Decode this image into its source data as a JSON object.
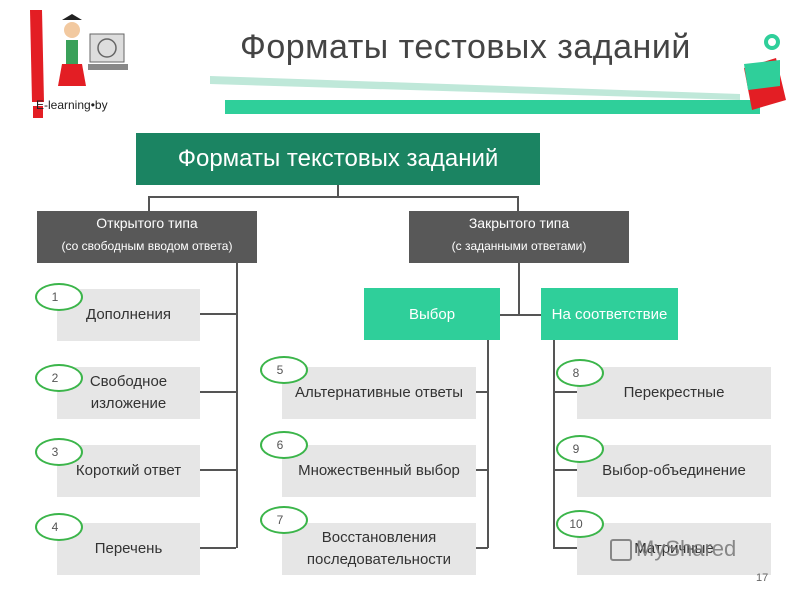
{
  "header": {
    "title": "Форматы тестовых заданий",
    "logo_text": "E-learning•by"
  },
  "diagram": {
    "root": "Форматы текстовых заданий",
    "open": {
      "title": "Открытого типа",
      "subtitle": "(со свободным вводом ответа)"
    },
    "closed": {
      "title": "Закрытого типа",
      "subtitle": "(с заданными ответами)"
    },
    "choice": "Выбор",
    "matching": "На соответствие",
    "items": [
      {
        "num": "1",
        "label": "Дополнения"
      },
      {
        "num": "2",
        "label": "Свободное изложение"
      },
      {
        "num": "3",
        "label": "Короткий ответ"
      },
      {
        "num": "4",
        "label": "Перечень"
      },
      {
        "num": "5",
        "label": "Альтернативные ответы"
      },
      {
        "num": "6",
        "label": "Множественный выбор"
      },
      {
        "num": "7",
        "label": "Восстановления последовательности"
      },
      {
        "num": "8",
        "label": "Перекрестные"
      },
      {
        "num": "9",
        "label": "Выбор-объединение"
      },
      {
        "num": "10",
        "label": "Матричные"
      }
    ]
  },
  "footer": {
    "watermark": "MyShared",
    "page": "17"
  },
  "colors": {
    "root": "#1b8462",
    "category": "#585858",
    "subcategory": "#2fcf9a",
    "item": "#e6e6e6",
    "number_ring": "#3bb54a"
  }
}
